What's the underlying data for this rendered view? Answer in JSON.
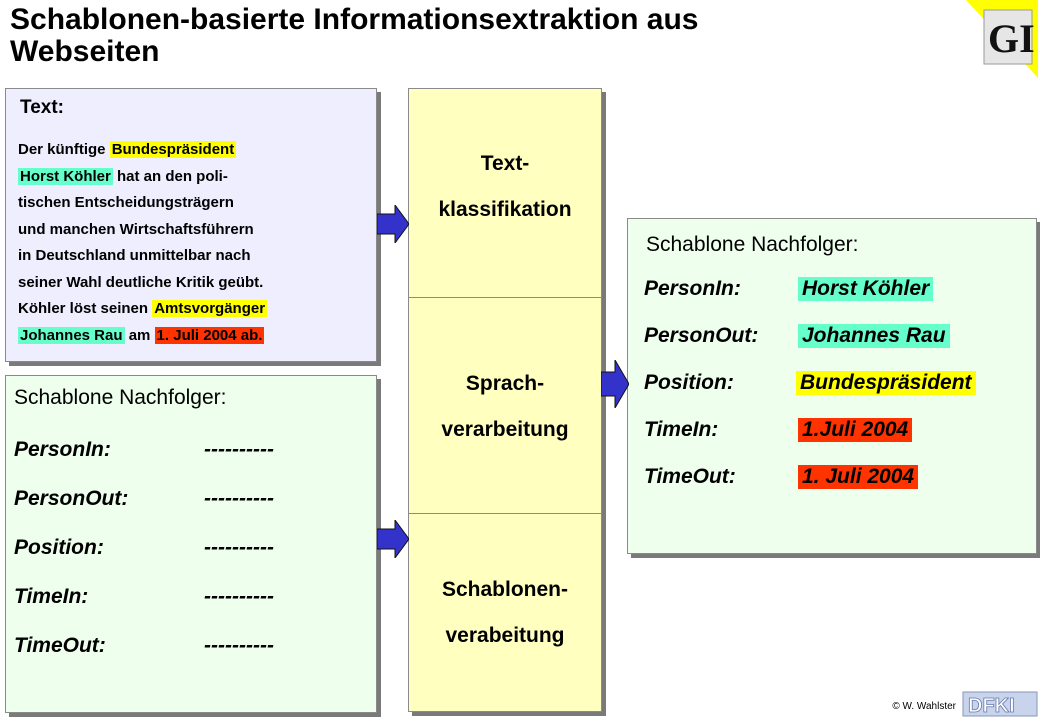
{
  "title_line1": "Schablonen-basierte Informationsextraktion aus",
  "title_line2": "Webseiten",
  "text_box": {
    "heading": "Text:",
    "lines": [
      [
        {
          "t": "Der künftige "
        },
        {
          "t": "Bundespräsident",
          "hl": "yellow"
        }
      ],
      [
        {
          "t": "Horst Köhler",
          "hl": "cyan"
        },
        {
          "t": " hat an den poli-"
        }
      ],
      [
        {
          "t": "tischen Entscheidungsträgern"
        }
      ],
      [
        {
          "t": "und manchen Wirtschaftsführern"
        }
      ],
      [
        {
          "t": "in Deutschland unmittelbar nach"
        }
      ],
      [
        {
          "t": "seiner Wahl deutliche Kritik geübt."
        }
      ],
      [
        {
          "t": "Köhler löst seinen "
        },
        {
          "t": "Amtsvorgänger",
          "hl": "yellow"
        }
      ],
      [
        {
          "t": "Johannes Rau",
          "hl": "cyan"
        },
        {
          "t": " am "
        },
        {
          "t": "1. Juli 2004 ab.",
          "hl": "red"
        }
      ]
    ]
  },
  "template_empty": {
    "title": "Schablone Nachfolger:",
    "rows": [
      {
        "label": "PersonIn:",
        "value": "----------"
      },
      {
        "label": "PersonOut:",
        "value": "----------"
      },
      {
        "label": "Position:",
        "value": "----------"
      },
      {
        "label": "TimeIn:",
        "value": "----------"
      },
      {
        "label": "TimeOut:",
        "value": "----------"
      }
    ]
  },
  "pipeline": {
    "stage1_line1": "Text-",
    "stage1_line2": "klassifikation",
    "stage2_line1": "Sprach-",
    "stage2_line2": "verarbeitung",
    "stage3_line1": "Schablonen-",
    "stage3_line2": "verabeitung"
  },
  "template_filled": {
    "title": "Schablone Nachfolger:",
    "rows": [
      {
        "label": "PersonIn:",
        "value": "Horst Köhler",
        "hl": "cyan"
      },
      {
        "label": "PersonOut:",
        "value": "Johannes Rau",
        "hl": "cyan"
      },
      {
        "label": "Position:",
        "value": "Bundespräsident",
        "hl": "yellow"
      },
      {
        "label": "TimeIn:",
        "value": "1.Juli 2004",
        "hl": "red"
      },
      {
        "label": "TimeOut:",
        "value": "1. Juli 2004",
        "hl": "red"
      }
    ]
  },
  "footer": "© W. Wahlster",
  "colors": {
    "yellow": "#ffff00",
    "cyan": "#66ffcc",
    "red": "#ff3300",
    "arrow": "#3333cc"
  }
}
